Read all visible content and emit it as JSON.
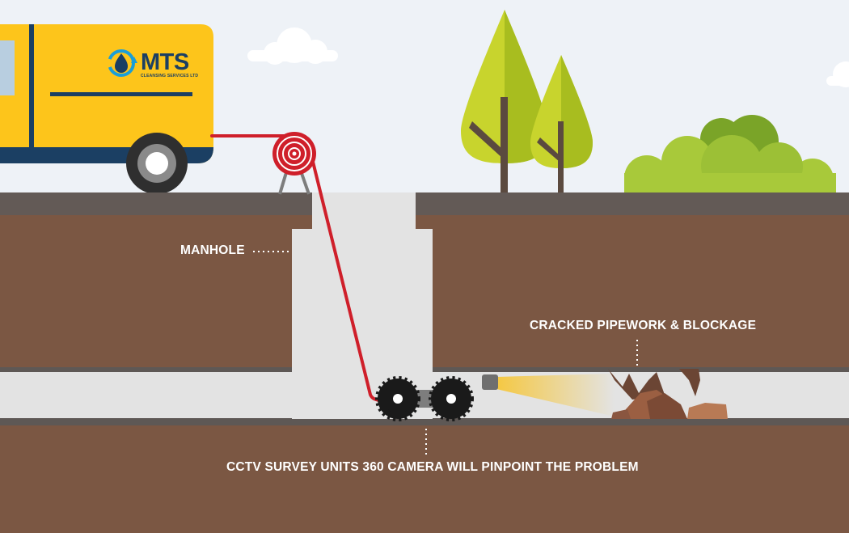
{
  "brand": {
    "name": "MTS",
    "tagline": "CLEANSING SERVICES LTD"
  },
  "labels": {
    "manhole": "MANHOLE",
    "blockage": "CRACKED PIPEWORK & BLOCKAGE",
    "camera": "CCTV SURVEY UNITS 360 CAMERA WILL PINPOINT THE PROBLEM"
  },
  "colors": {
    "sky": "#eef2f7",
    "road": "#635a56",
    "soil": "#7b5743",
    "pipe": "#e3e3e3",
    "van": "#fdc51b",
    "van_trim": "#1b3f63",
    "cable": "#cf1f2a",
    "tree_light": "#c8d42d",
    "tree_dark": "#a0b71d",
    "bush": "#8fb32a",
    "camera_beam": "#f5c842",
    "debris": "#a0664a"
  }
}
